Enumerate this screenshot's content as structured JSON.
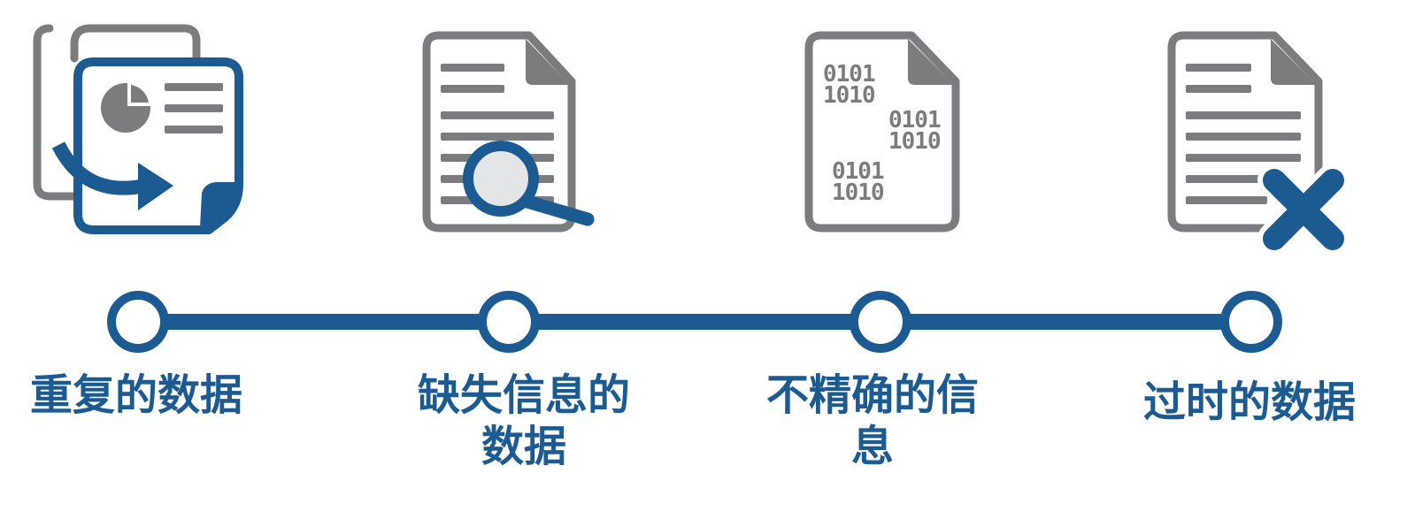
{
  "colors": {
    "blue": "#1c5a92",
    "gray": "#7b7c7e",
    "light_gray": "#e4e5e6",
    "white": "#ffffff"
  },
  "icon_text": {
    "binary_a": "0101",
    "binary_b": "1010"
  },
  "stages": [
    {
      "icon": "duplicate-document-icon",
      "label_lines": [
        "重复的数据"
      ]
    },
    {
      "icon": "document-search-icon",
      "label_lines": [
        "缺失信息的",
        "数据"
      ]
    },
    {
      "icon": "binary-document-icon",
      "label_lines": [
        "不精确的信",
        "息"
      ]
    },
    {
      "icon": "document-delete-icon",
      "label_lines": [
        "过时的数据"
      ]
    }
  ]
}
